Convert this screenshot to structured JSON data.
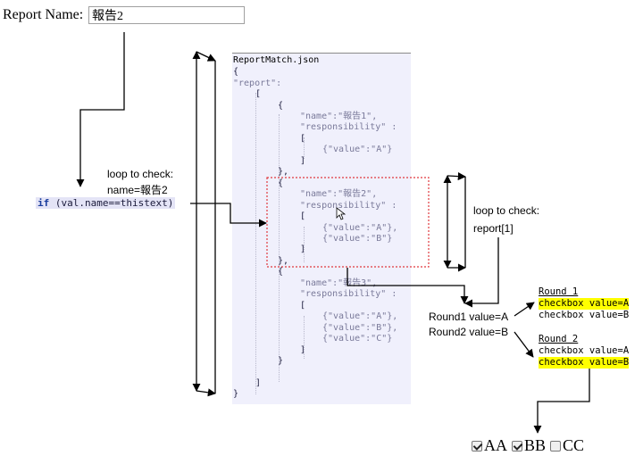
{
  "report_name": {
    "label": "Report Name:",
    "value": "報告2"
  },
  "json_file": {
    "filename": "ReportMatch.json",
    "lines": {
      "l1": "{",
      "l2": "\"report\":",
      "l3": "[",
      "l4": "{",
      "l5": "\"name\":\"報告1\",",
      "l6": "\"responsibility\" :",
      "l7": "[",
      "l8": "{\"value\":\"A\"}",
      "l9": "]",
      "l10": "},",
      "l11": "{",
      "l12": "\"name\":\"報告2\",",
      "l13": "\"responsibility\" :",
      "l14": "[",
      "l15": "{\"value\":\"A\"},",
      "l16": "{\"value\":\"B\"}",
      "l17": "]",
      "l18": "},",
      "l19": "{",
      "l20": "\"name\":\"報告3\",",
      "l21": "\"responsibility\" :",
      "l22": "[",
      "l23": "{\"value\":\"A\"},",
      "l24": "{\"value\":\"B\"},",
      "l25": "{\"value\":\"C\"}",
      "l26": "]",
      "l27": "}",
      "l28": "]",
      "l29": "}"
    }
  },
  "code_snippet": {
    "keyword": "if",
    "rest": " (val.name==thistext)"
  },
  "notes": {
    "loop_name_line1": "loop to check:",
    "loop_name_line2": "name=報告2",
    "loop_report_line1": "loop to check:",
    "loop_report_line2": "report[1]",
    "round1_value": "Round1 value=A",
    "round2_value": "Round2 value=B"
  },
  "rounds": [
    {
      "title": "Round 1",
      "items": [
        "checkbox value=A",
        "checkbox value=B"
      ],
      "highlighted": [
        true,
        false
      ]
    },
    {
      "title": "Round 2",
      "items": [
        "checkbox value=A",
        "checkbox value=B"
      ],
      "highlighted": [
        false,
        true
      ]
    }
  ],
  "checkboxes": [
    {
      "label": "AA",
      "checked": true
    },
    {
      "label": "BB",
      "checked": true
    },
    {
      "label": "CC",
      "checked": false
    }
  ],
  "colors": {
    "highlight": "#ffff00",
    "selection_box": "#e0383e",
    "json_bg": "#f0f0fc"
  }
}
